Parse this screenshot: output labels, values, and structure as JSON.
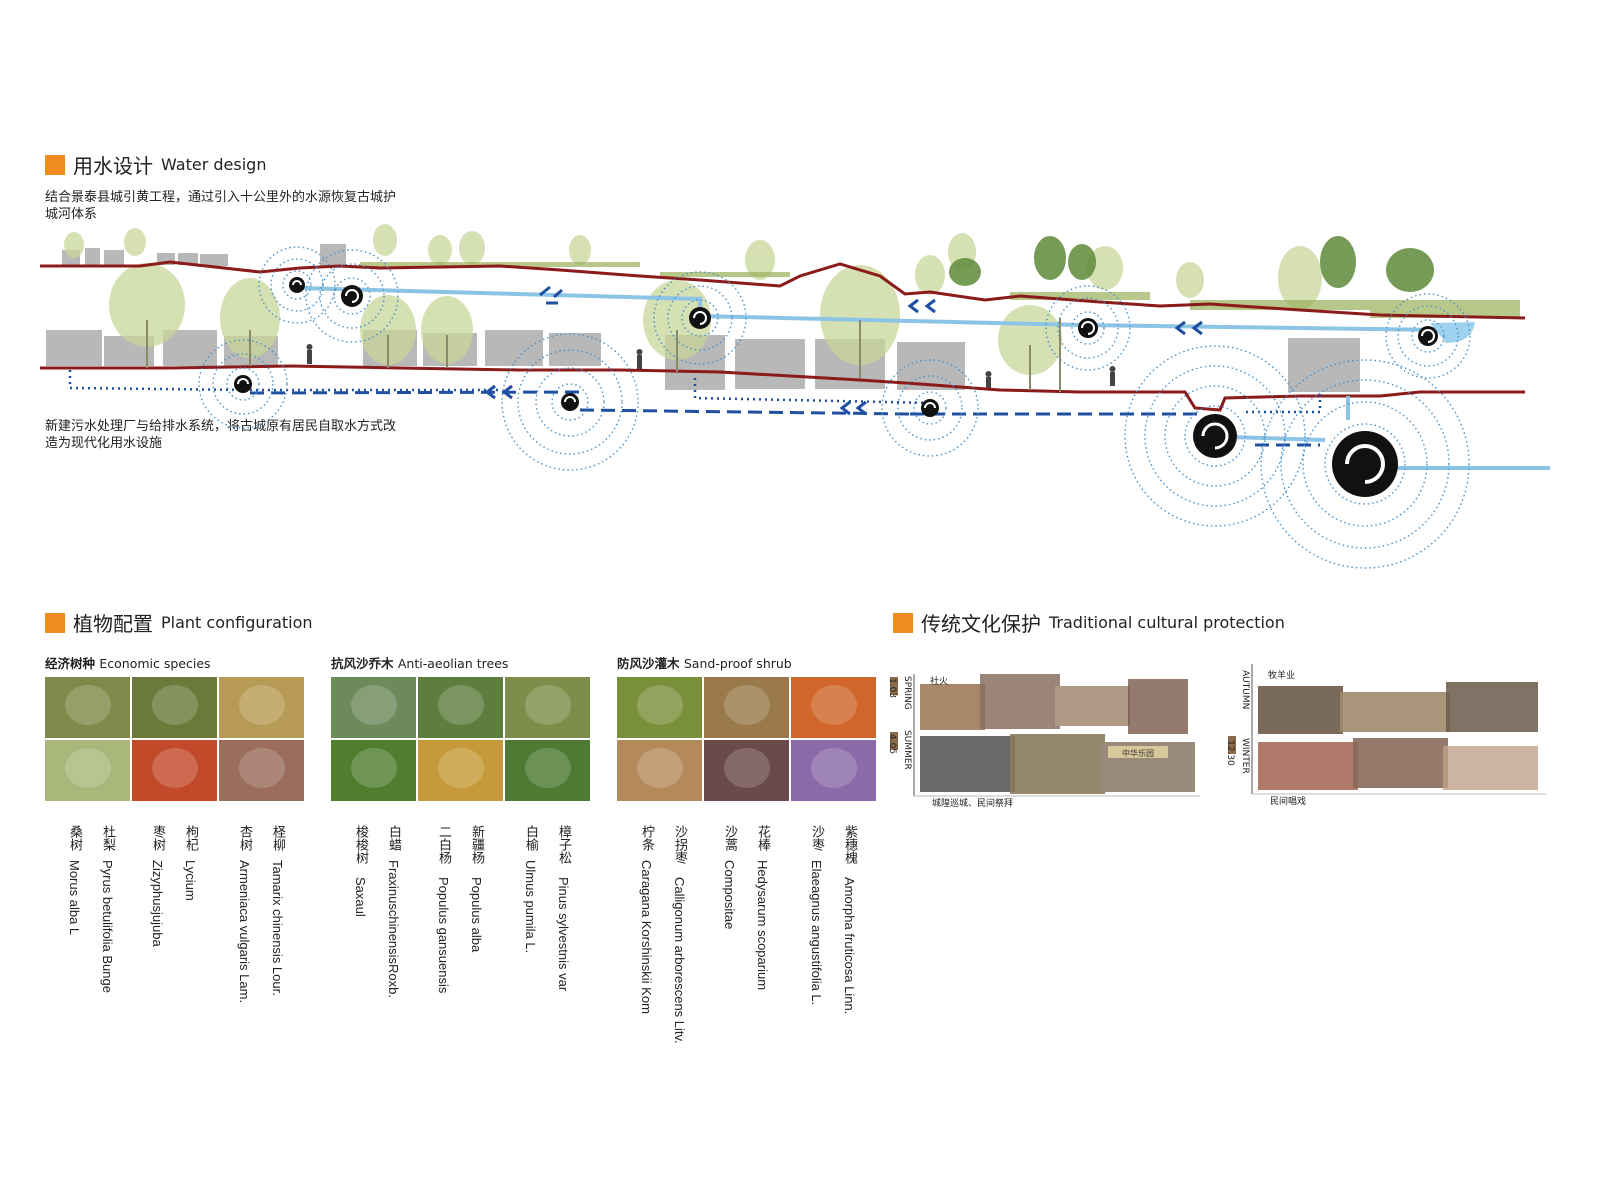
{
  "water": {
    "title_cn": "用水设计",
    "title_en": "Water design",
    "desc_top": "结合景泰县城引黄工程，通过引入十公里外的水源恢复古城护城河体系",
    "desc_bottom": "新建污水处理厂与给排水系统，将古城原有居民自取水方式改造为现代化用水设施"
  },
  "plants": {
    "title_cn": "植物配置",
    "title_en": "Plant configuration",
    "groups": [
      {
        "label_cn": "经济树种",
        "label_en": "Economic species",
        "photo_colors": [
          "#7d8a4a",
          "#6b7a3a",
          "#b79a55",
          "#a9b77a",
          "#c24a2a",
          "#9a6d5c"
        ],
        "names": [
          {
            "cn": "桑树",
            "en": "Morus alba L"
          },
          {
            "cn": "杜梨",
            "en": "Pyrus betulifolia Bunge"
          },
          {
            "cn": "枣树",
            "en": "Zizyphusjujuba"
          },
          {
            "cn": "枸杞",
            "en": "Lycium"
          },
          {
            "cn": "杏树",
            "en": "Armeniaca vulgaris Lam."
          },
          {
            "cn": "柽柳",
            "en": "Tamarix chinensis Lour."
          }
        ]
      },
      {
        "label_cn": "抗风沙乔木",
        "label_en": "Anti-aeolian trees",
        "photo_colors": [
          "#6d8a5b",
          "#5e7e3f",
          "#7d8e4a",
          "#4f7e2f",
          "#c69a3a",
          "#4e7a34"
        ],
        "names": [
          {
            "cn": "梭梭树",
            "en": "Saxaul"
          },
          {
            "cn": "白蜡",
            "en": "FraxinuschinensisRoxb."
          },
          {
            "cn": "二白杨",
            "en": "Populus gansuensis"
          },
          {
            "cn": "新疆杨",
            "en": "Populus alba"
          },
          {
            "cn": "白榆",
            "en": "Ulmus pumila L."
          },
          {
            "cn": "樟子松",
            "en": "Pinus sylvestnis var"
          }
        ]
      },
      {
        "label_cn": "防风沙灌木",
        "label_en": "Sand-proof shrub",
        "photo_colors": [
          "#7a8f3a",
          "#9a7a4a",
          "#d0662a",
          "#b58a5a",
          "#6a4a4a",
          "#8a6aa8"
        ],
        "names": [
          {
            "cn": "柠条",
            "en": "Caragana Korshinskii Kom"
          },
          {
            "cn": "沙拐枣",
            "en": "Calligonum arborescens Litv."
          },
          {
            "cn": "沙蒿",
            "en": "Compositae"
          },
          {
            "cn": "花棒",
            "en": "Hedysarum scoparium"
          },
          {
            "cn": "沙枣",
            "en": "Elaeagnus angustifolia L."
          },
          {
            "cn": "紫穗槐",
            "en": "Amorpha fruticosa Linn."
          }
        ]
      }
    ]
  },
  "culture": {
    "title_cn": "传统文化保护",
    "title_en": "Traditional cultural protection",
    "left": {
      "date1": "1.03",
      "season1": "SPRING",
      "caption1": "社火",
      "date2": "4.05",
      "season2": "SUMMER",
      "bottom_caption": "城隍巡城、民间祭拜",
      "sign_text": "中华乐园"
    },
    "right": {
      "season1": "AUTUMN",
      "caption1": "牧羊业",
      "date2": "12.30",
      "season2": "WINTER",
      "bottom_caption": "民间唱戏"
    }
  },
  "colors": {
    "accent": "#f08c1e",
    "ground_line": "#8b1a1a",
    "water_blue": "#1f4fa0",
    "pipe_blue": "#8cc4e6",
    "building_gray": "#b8b8b8",
    "tree_green": "#c8d69a"
  }
}
